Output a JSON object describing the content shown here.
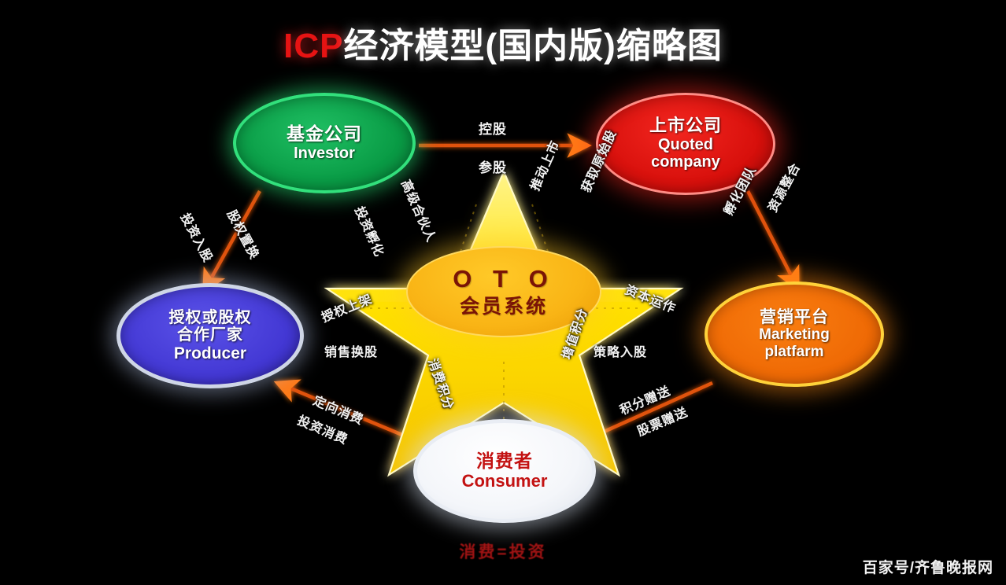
{
  "title": {
    "accent": "ICP",
    "rest": "经济模型(国内版)缩略图",
    "accent_color": "#e61313"
  },
  "center": {
    "label_en": "O T O",
    "label_cn": "会员系统",
    "color": "#f9b415",
    "text_color": "#7a1406"
  },
  "nodes": [
    {
      "id": "investor",
      "cn": "基金公司",
      "en": "Investor",
      "en2": "",
      "color": "#099b45"
    },
    {
      "id": "quoted",
      "cn": "上市公司",
      "en": "Quoted",
      "en2": "company",
      "color": "#d8100c"
    },
    {
      "id": "producer",
      "cn": "授权或股权",
      "cn2": "合作厂家",
      "en": "Producer",
      "color": "#4338d4"
    },
    {
      "id": "marketing",
      "cn": "营销平台",
      "en": "Marketing",
      "en2": "platfarm",
      "color": "#ef6a05"
    },
    {
      "id": "consumer",
      "cn": "消费者",
      "en": "Consumer",
      "en2": "",
      "color": "#ffffff"
    }
  ],
  "edge_labels": {
    "investor_to_quoted_top": "控股",
    "investor_to_quoted_bottom": "参股",
    "investor_to_producer_left": "投资入股",
    "investor_to_producer_right": "股权置换",
    "quoted_to_marketing_left": "孵化团队",
    "quoted_to_marketing_right": "资源整合",
    "producer_to_consumer_top": "定向消费",
    "producer_to_consumer_bottom": "投资消费",
    "marketing_to_consumer_top": "积分赠送",
    "marketing_to_consumer_bottom": "股票赠送"
  },
  "star_labels": {
    "nw_outer": "投资孵化",
    "nw_inner": "高级合伙人",
    "ne_inner": "推动上市",
    "ne_outer": "获取原始股",
    "w_upper": "授权上架",
    "w_lower": "销售换股",
    "e_upper": "资本运作",
    "e_lower": "策略入股",
    "s_left": "消费积分",
    "s_right": "增值积分"
  },
  "bottom_note": "消费=投资",
  "footer": "百家号/齐鲁晚报网"
}
